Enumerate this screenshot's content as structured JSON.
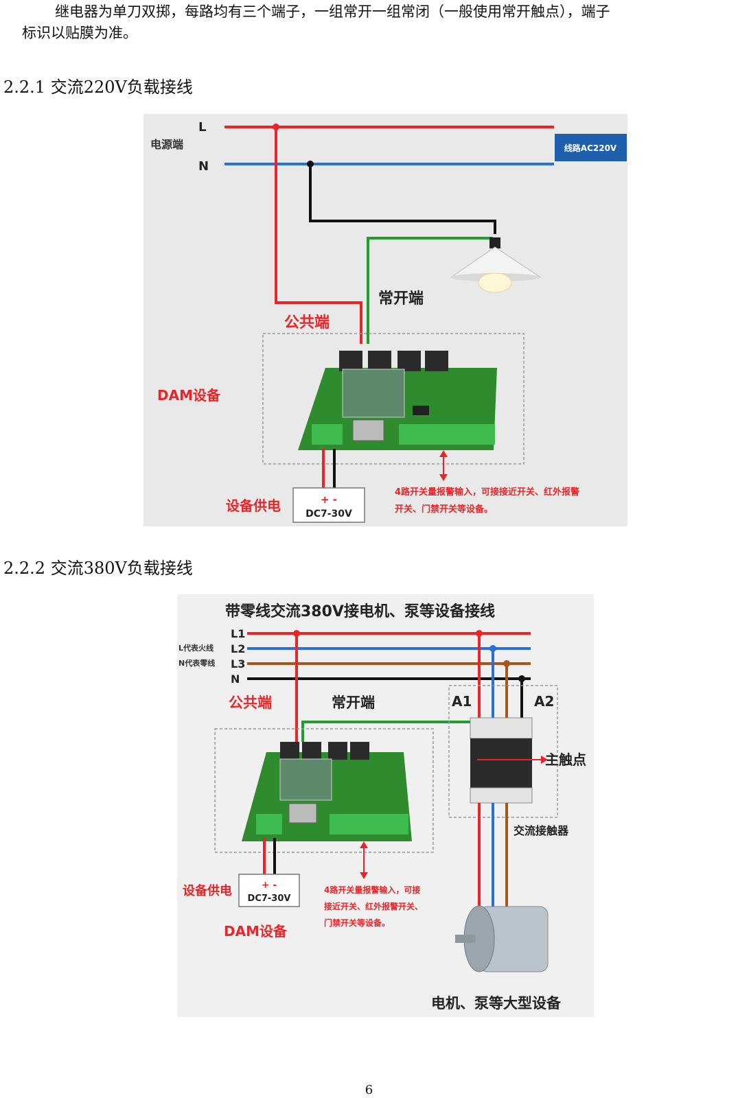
{
  "body_text": {
    "line1": "继电器为单刀双掷，每路均有三个端子，一组常开一组常闭（一般使用常开触点），端子",
    "line2": "标识以贴膜为准。"
  },
  "sections": [
    {
      "heading": "2.2.1 交流220V负载接线"
    },
    {
      "heading": "2.2.2 交流380V负载接线"
    }
  ],
  "figure1": {
    "label_L": "L",
    "label_N": "N",
    "power_end": "电源端",
    "line_voltage": "线路AC220V",
    "normally_open": "常开端",
    "common": "公共端",
    "device": "DAM设备",
    "power_supply": "设备供电",
    "plus_minus": "+ -",
    "dc_range": "DC7-30V",
    "alarm_line1": "4路开关量报警输入，可接接近开关、红外报警",
    "alarm_line2": "开关、门禁开关等设备。"
  },
  "figure2": {
    "title": "带零线交流380V接电机、泵等设备接线",
    "L1": "L1",
    "L2": "L2",
    "L3": "L3",
    "N": "N",
    "l_note": "L代表火线",
    "n_note": "N代表零线",
    "common": "公共端",
    "normally_open": "常开端",
    "A1": "A1",
    "A2": "A2",
    "main_contact": "主触点",
    "contactor": "交流接触器",
    "power_supply": "设备供电",
    "plus_minus": "+ -",
    "dc_range": "DC7-30V",
    "alarm_line1": "4路开关量报警输入，可接",
    "alarm_line2": "接近开关、红外报警开关、",
    "alarm_line3": "门禁开关等设备。",
    "device": "DAM设备",
    "motor": "电机、泵等大型设备"
  },
  "page_number": "6",
  "colors": {
    "live": "#e8262a",
    "neutral": "#2a6fd6",
    "green_wire": "#1e9e2e",
    "brown_wire": "#a5561c",
    "board": "#2e8b2e",
    "blue_box": "#1f5fae"
  }
}
